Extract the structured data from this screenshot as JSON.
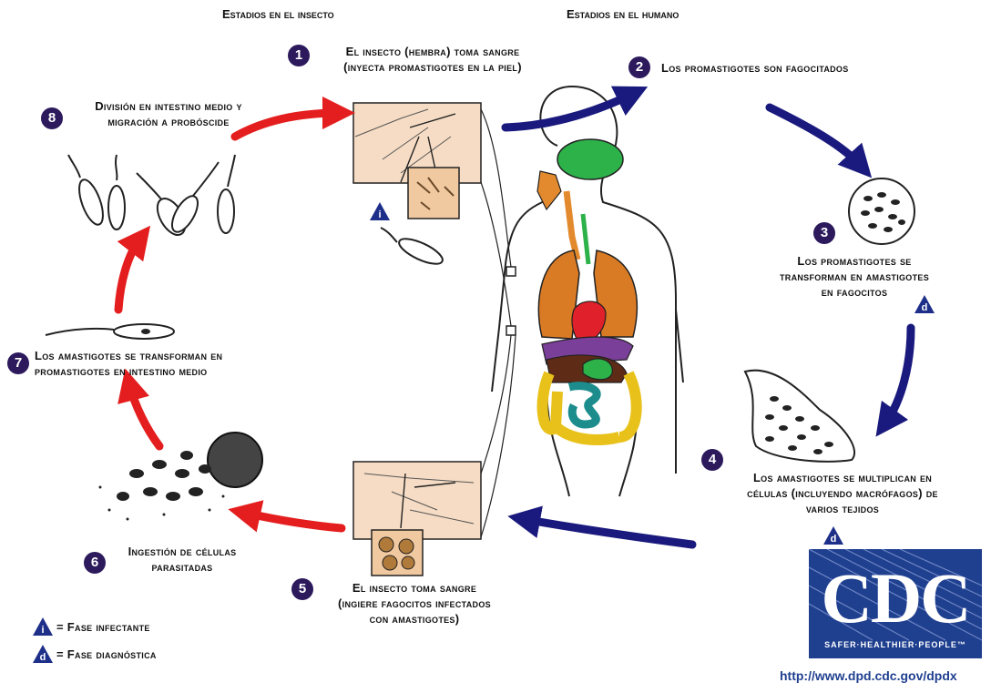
{
  "headers": {
    "insect": "Estadios en el insecto",
    "human": "Estadios en el humano"
  },
  "steps": [
    {
      "num": "1",
      "lines": [
        "El insecto (hembra) toma sangre",
        "(inyecta promastigotes en la piel)"
      ]
    },
    {
      "num": "2",
      "lines": [
        "Los promastigotes son fagocitados"
      ]
    },
    {
      "num": "3",
      "lines": [
        "Los promastigotes se",
        "transforman en amastigotes",
        "en fagocitos"
      ]
    },
    {
      "num": "4",
      "lines": [
        "Los amastigotes se multiplican en",
        "células (incluyendo macrófagos) de",
        "varios tejidos"
      ]
    },
    {
      "num": "5",
      "lines": [
        "El insecto toma sangre",
        "(ingiere fagocitos infectados",
        "con amastigotes)"
      ]
    },
    {
      "num": "6",
      "lines": [
        "Ingestión de células",
        "parasitadas"
      ]
    },
    {
      "num": "7",
      "lines": [
        "Los amastigotes se transforman en",
        "promastigotes en intestino medio"
      ]
    },
    {
      "num": "8",
      "lines": [
        "División en intestino medio y",
        "migración a probóscide"
      ]
    }
  ],
  "markers": {
    "infective": "i",
    "diagnostic": "d"
  },
  "legend": {
    "infective": "= Fase infectante",
    "diagnostic": "= Fase diagnóstica"
  },
  "logo": {
    "text": "CDC",
    "tagline": "SAFER·HEALTHIER·PEOPLE™"
  },
  "url": "http://www.dpd.cdc.gov/dpdx",
  "colors": {
    "insect_arrow": "#e41e1e",
    "human_arrow": "#1a1a7e",
    "badge": "#2c1a5c",
    "cdc_blue": "#1f3f8f"
  }
}
